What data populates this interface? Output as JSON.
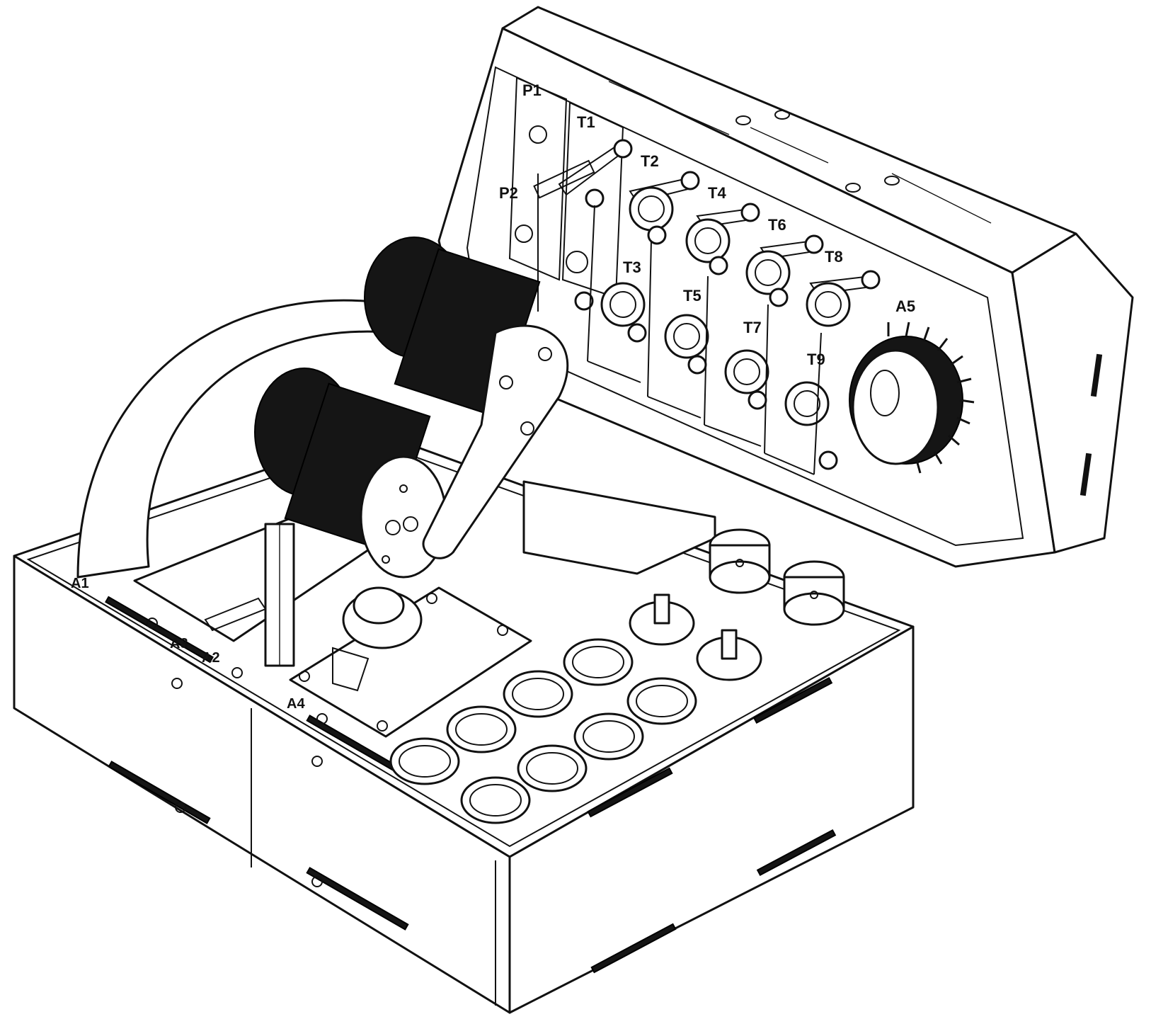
{
  "labels": {
    "P1": "P1",
    "P2": "P2",
    "T1": "T1",
    "T2": "T2",
    "T3": "T3",
    "T4": "T4",
    "T5": "T5",
    "T6": "T6",
    "T7": "T7",
    "T8": "T8",
    "T9": "T9",
    "A1": "A1",
    "A2": "A2",
    "A3": "A3",
    "A4": "A4",
    "A5": "A5"
  },
  "colors": {
    "line": "#111111",
    "fill": "#ffffff",
    "knurl": "#151515"
  }
}
